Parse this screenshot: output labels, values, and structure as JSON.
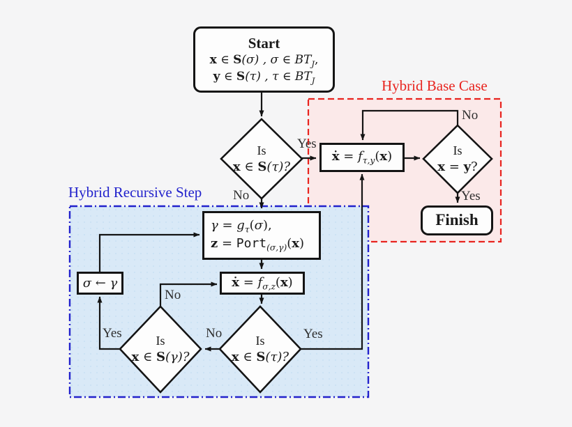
{
  "colors": {
    "background": "#f5f5f6",
    "line": "#141414",
    "red_border": "#e8241f",
    "red_fill": "#fbe9e9",
    "blue_border": "#2222cc",
    "blue_fill": "#d9e9f7",
    "node_fill": "#fdfdfd"
  },
  "regions": {
    "base_case": {
      "label": "Hybrid Base Case"
    },
    "recursive_step": {
      "label": "Hybrid Recursive Step"
    }
  },
  "nodes": {
    "start": {
      "title": "Start",
      "line1": {
        "bx": "x",
        "elem": " ∈ ",
        "frak": "S",
        "mid": "(σ) , σ ∈ ",
        "cal": "BT",
        "sub": "J",
        "post": ","
      },
      "line2": {
        "bx": "y",
        "elem": " ∈ ",
        "frak": "S",
        "mid": "(τ) , τ ∈ ",
        "cal": "BT",
        "sub": "J",
        "post": ""
      }
    },
    "decision_main": {
      "q": "Is",
      "bx": "x",
      "elem": " ∈ ",
      "frak": "S",
      "post": "(τ)?"
    },
    "flow_tau_y": {
      "lhs": "ẋ",
      "rel": " = ",
      "func": "f",
      "sub": "τ,y",
      "ao": "(",
      "av": "x",
      "ac": ")"
    },
    "decision_eq": {
      "q": "Is",
      "b1": "x",
      "mid": " = ",
      "b2": "y",
      "post": "?"
    },
    "finish": {
      "label": "Finish"
    },
    "gamma_port": {
      "line1": {
        "lhs": "γ",
        "rel": " = ",
        "func": "g",
        "sub": "τ",
        "ao": "(",
        "av": "σ",
        "ac": "),"
      },
      "line2": {
        "lhs": "z",
        "rel": " = ",
        "func": "Port",
        "sub": "(σ,γ)",
        "ao": "(",
        "av": "x",
        "ac": ")"
      }
    },
    "flow_sigma_z": {
      "lhs": "ẋ",
      "rel": " = ",
      "func": "f",
      "sub": "σ,z",
      "ao": "(",
      "av": "x",
      "ac": ")"
    },
    "sigma_update": {
      "text": "σ ← γ"
    },
    "decision_gamma": {
      "q": "Is",
      "bx": "x",
      "elem": " ∈ ",
      "frak": "S",
      "post": "(γ)?"
    },
    "decision_tau": {
      "q": "Is",
      "bx": "x",
      "elem": " ∈ ",
      "frak": "S",
      "post": "(τ)?"
    }
  },
  "edge_labels": {
    "main_yes": "Yes",
    "main_no": "No",
    "eq_no": "No",
    "eq_yes": "Yes",
    "gamma_no": "No",
    "gamma_yes": "Yes",
    "tau_no": "No",
    "tau_yes": "Yes"
  }
}
